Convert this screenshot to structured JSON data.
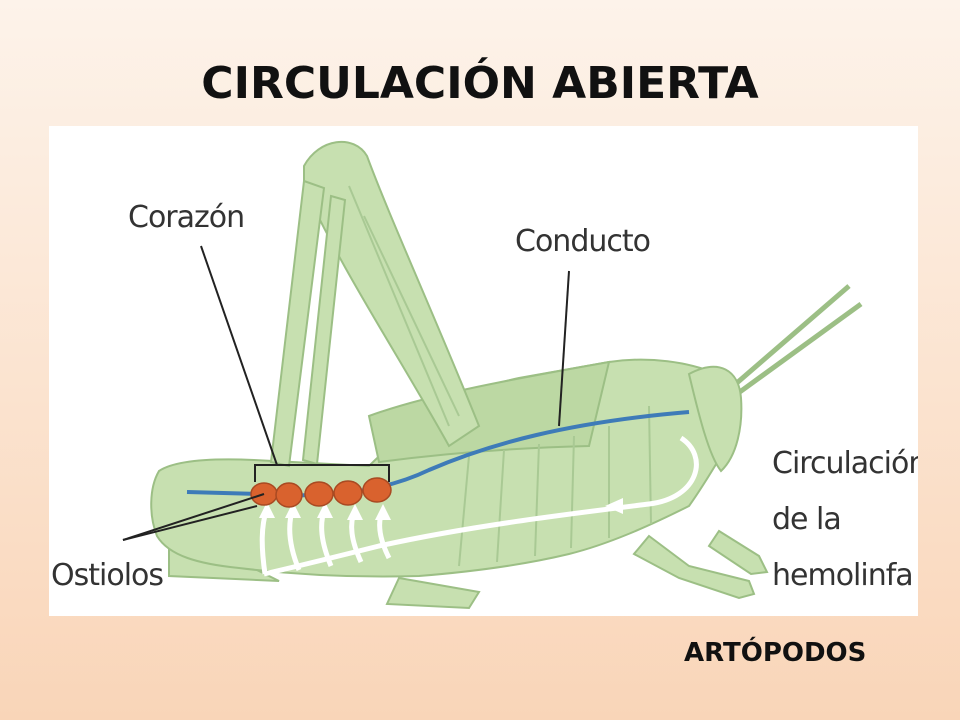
{
  "slide": {
    "title": "CIRCULACIÓN ABIERTA",
    "footer": "ARTÓPODOS"
  },
  "diagram": {
    "labels": {
      "corazon": "Corazón",
      "conducto": "Conducto",
      "ostiolos": "Ostiolos",
      "circulacion_line1": "Circulación",
      "circulacion_line2": "de la",
      "circulacion_line3": "hemolinfa"
    }
  },
  "colors": {
    "body": "#c7e0b0",
    "outline": "#9cbf85",
    "vessel": "#3e7bb8",
    "heart": "#d9622e",
    "hemolymph": "#ffffff"
  }
}
